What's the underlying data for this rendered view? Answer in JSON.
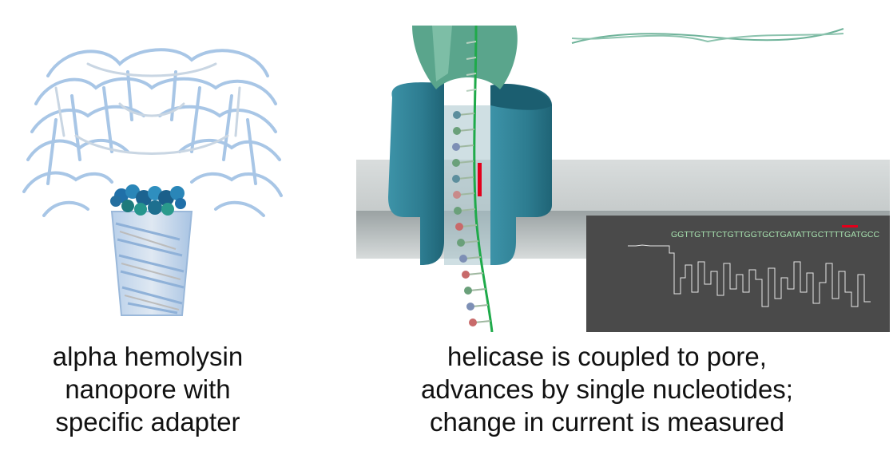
{
  "captions": {
    "left": [
      "alpha hemolysin",
      "nanopore with",
      "specific adapter"
    ],
    "right": [
      "helicase is coupled to pore,",
      "advances by single nucleotides;",
      "change in current is measured"
    ]
  },
  "inset": {
    "sequence": "GGTTGTTTCTGTTGGTGCTGATATTGCTTTTGATGCC",
    "highlight_color": "#e3001b"
  },
  "colors": {
    "protein_ribbon": "#9dbfe0",
    "adapter": "#1f6fa8",
    "pore": "#2f7f93",
    "helicase": "#5aa58c",
    "strand": "#1faa4a",
    "inset_bg": "#4a4a4a"
  }
}
